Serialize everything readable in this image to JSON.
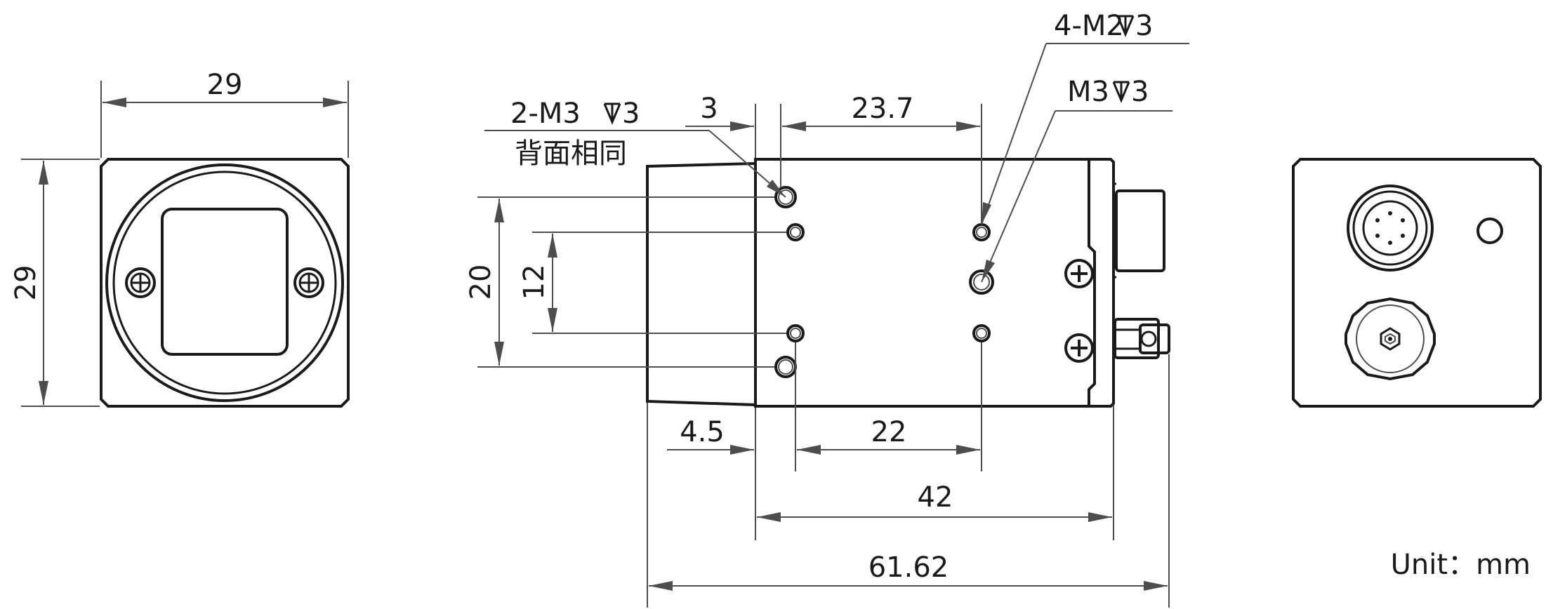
{
  "front_view": {
    "width_dim": "29",
    "height_dim": "29"
  },
  "side_view": {
    "hole_note_1_spec": "2-M3",
    "hole_note_1_depth": "3",
    "hole_note_1_sub": "背面相同",
    "hole_note_2_spec": "4-M2",
    "hole_note_2_depth": "3",
    "hole_note_3_spec": "M3",
    "hole_note_3_depth": "3",
    "dim_3": "3",
    "dim_23_7": "23.7",
    "dim_20": "20",
    "dim_12": "12",
    "dim_4_5": "4.5",
    "dim_22": "22",
    "dim_42": "42",
    "dim_61_62": "61.62"
  },
  "unit_label": "Unit：mm",
  "depth_symbol": "depth-symbol-icon"
}
